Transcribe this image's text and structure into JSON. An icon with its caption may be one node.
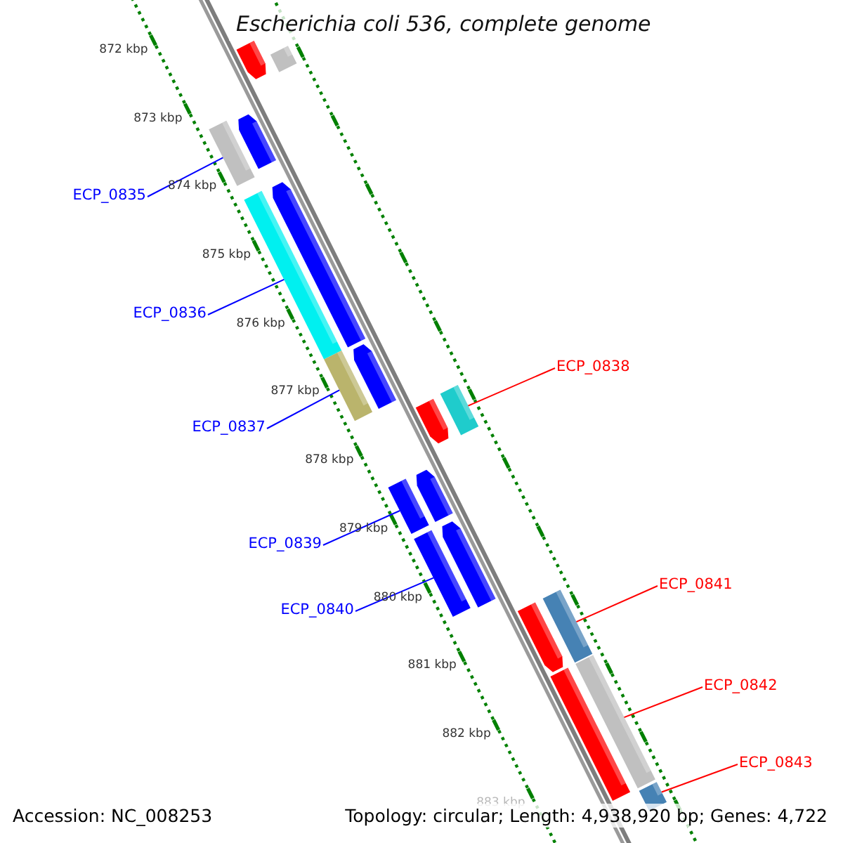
{
  "diagram": {
    "title": "Escherichia coli 536, complete genome",
    "nodes": [
      {
        "text": [
          "ECP_0835"
        ]
      },
      {
        "text": [
          "ECP_0836"
        ]
      },
      {
        "text": [
          "ECP_0838"
        ]
      },
      {
        "text": [
          "ECP_0837"
        ]
      },
      {
        "text": [
          "ECP_0839"
        ]
      },
      {
        "text": [
          "ECP_0840"
        ]
      },
      {
        "text": [
          "ECP_0841"
        ]
      },
      {
        "text": [
          "ECP_0842"
        ]
      },
      {
        "text": [
          "ECP_0843"
        ]
      },
      {
        "text": [],
        "shape": "bar"
      },
      {
        "text": [],
        "shape": "bar"
      },
      {
        "text": [],
        "shape": "bar"
      },
      {
        "text": [],
        "shape": "bar"
      },
      {
        "text": [],
        "shape": "bar"
      },
      {
        "text": [],
        "shape": "bar"
      },
      {
        "text": [],
        "shape": "bar"
      },
      {
        "text": [],
        "shape": "bar"
      },
      {
        "text": [],
        "shape": "bar"
      },
      {
        "text": [],
        "shape": "bar"
      },
      {
        "text": [],
        "shape": "bar"
      },
      {
        "text": [],
        "shape": "bar"
      },
      {
        "text": [],
        "shape": "bar"
      },
      {
        "text": [],
        "shape": "bar"
      },
      {
        "text": [],
        "shape": "bar"
      },
      {
        "text": [],
        "shape": "bar"
      },
      {
        "text": [],
        "shape": "bar"
      },
      {
        "text": [],
        "shape": "bar"
      },
      {
        "text": [],
        "shape": "bar"
      }
    ],
    "edges": [
      {
        "from": 0,
        "to": 9,
        "arrow": "none"
      },
      {
        "from": 1,
        "to": 10,
        "arrow": "none"
      },
      {
        "from": 2,
        "to": 11,
        "arrow": "none",
        "color": "#ff0000"
      },
      {
        "from": 3,
        "to": 12,
        "arrow": "none"
      },
      {
        "from": 4,
        "to": 13,
        "arrow": "none"
      },
      {
        "from": 5,
        "to": 14,
        "arrow": "none"
      },
      {
        "from": 6,
        "to": 15,
        "arrow": "none",
        "color": "#ff0000"
      },
      {
        "from": 7,
        "to": 16,
        "arrow": "none",
        "color": "#ff0000"
      },
      {
        "from": 8,
        "to": 17,
        "arrow": "none",
        "color": "#ff0000"
      }
    ],
    "labels": [
      "872 kbp",
      "873 kbp",
      "874 kbp",
      "875 kbp",
      "876 kbp",
      "877 kbp",
      "878 kbp",
      "879 kbp",
      "880 kbp",
      "881 kbp",
      "882 kbp",
      "883 kbp",
      "Accession: NC_008253",
      "Topology: circular; Length: 4,938,920 bp; Genes: 4,722"
    ]
  }
}
